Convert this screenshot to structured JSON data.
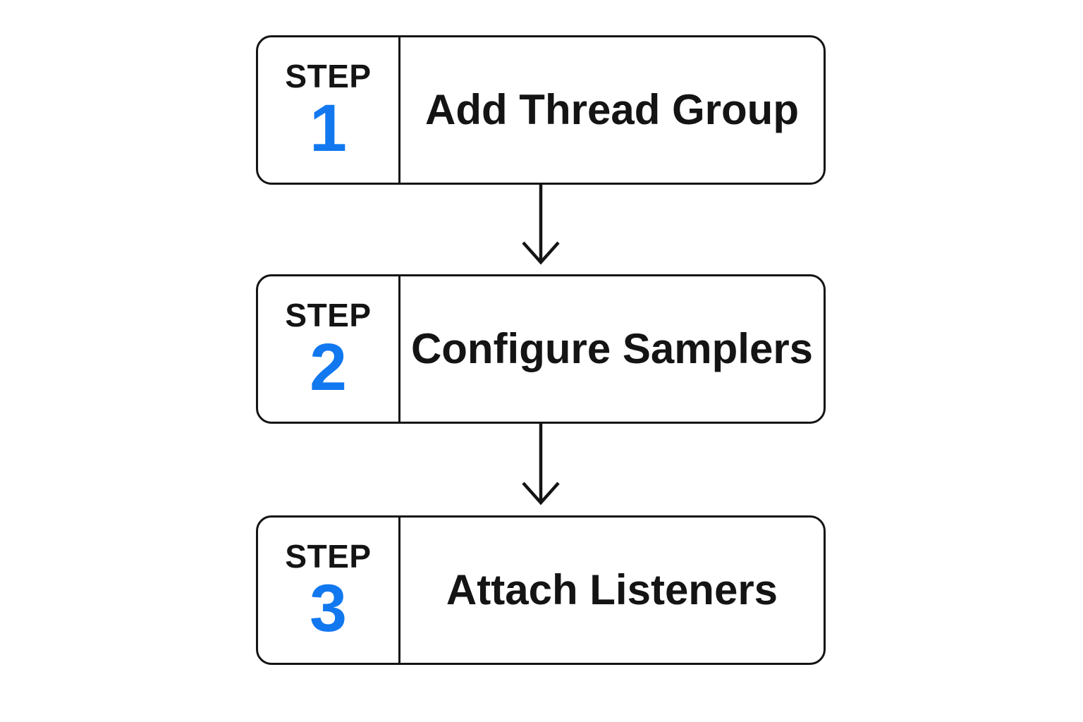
{
  "steps": [
    {
      "prefix": "STEP",
      "number": "1",
      "title": "Add Thread Group"
    },
    {
      "prefix": "STEP",
      "number": "2",
      "title": "Configure Samplers"
    },
    {
      "prefix": "STEP",
      "number": "3",
      "title": "Attach Listeners"
    }
  ],
  "connectors": [
    {
      "icon": "arrow-down-icon"
    },
    {
      "icon": "arrow-down-icon"
    }
  ],
  "colors": {
    "accent_blue": "#1178EF",
    "line": "#141414",
    "background": "#FFFFFF"
  }
}
